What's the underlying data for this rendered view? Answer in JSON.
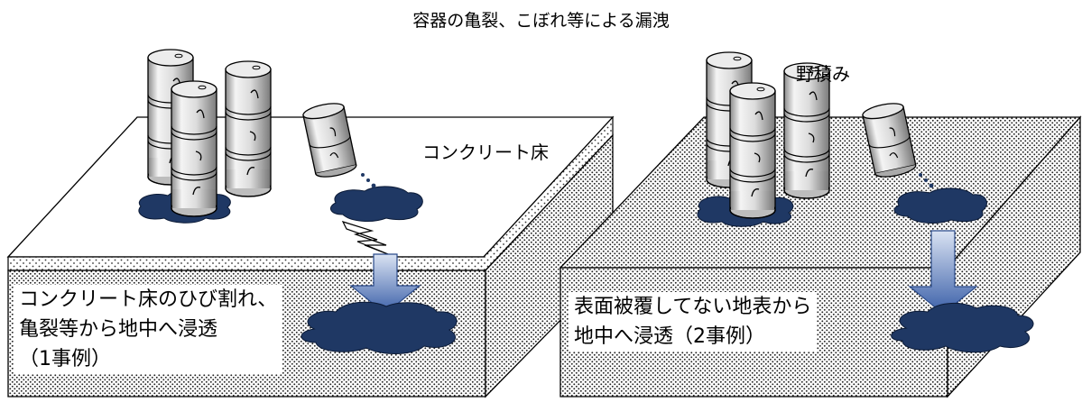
{
  "title": "容器の亀裂、こぼれ等による漏洩",
  "left_scene": {
    "floor_label": "コンクリート床",
    "caption": {
      "line1": "コンクリート床のひび割れ、",
      "line2": "亀裂等から地中へ浸透",
      "line3": "（1事例）"
    }
  },
  "right_scene": {
    "pile_label": "野積み",
    "caption": {
      "line1": "表面被覆してない地表から",
      "line2": "地中へ浸透（2事例）"
    }
  },
  "colors": {
    "puddle": "#1f3864",
    "arrow_top": "#dae3f3",
    "arrow_bottom": "#3a5fa8",
    "drum_light": "#f2f2f2",
    "drum_dark": "#7f7f7f"
  }
}
